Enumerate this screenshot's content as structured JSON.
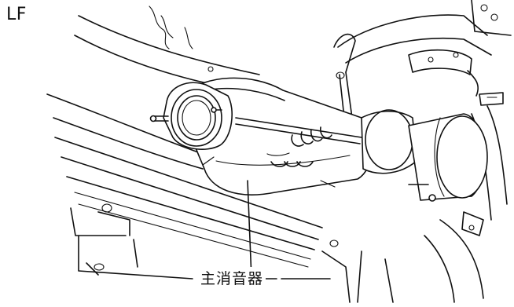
{
  "figure": {
    "view_label": "LF",
    "callout_label": "主消音器"
  },
  "parts": [
    {
      "id": "main-muffler",
      "icon": "muffler-drawing"
    },
    {
      "id": "inlet-flange",
      "icon": "flange-drawing"
    },
    {
      "id": "tail-pipe",
      "icon": "pipe-drawing"
    },
    {
      "id": "chassis-frame",
      "icon": "frame-drawing"
    }
  ]
}
